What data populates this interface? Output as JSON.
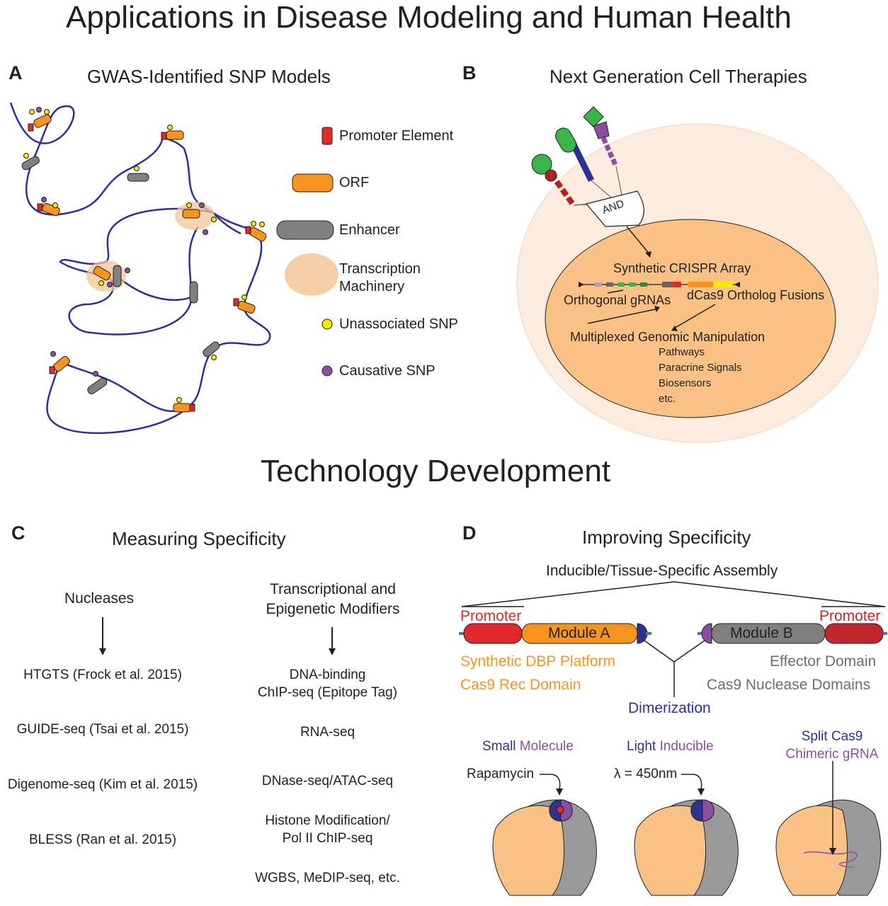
{
  "titles": {
    "top": "Applications in Disease Modeling and Human Health",
    "middle": "Technology Development"
  },
  "panel_a": {
    "letter": "A",
    "title": "GWAS-Identified SNP Models",
    "legend": [
      {
        "label": "Promoter Element",
        "color": "#e02a2a"
      },
      {
        "label": "ORF",
        "color": "#f7941d"
      },
      {
        "label": "Enhancer",
        "color": "#808080"
      },
      {
        "label": "Transcription",
        "color": "#f3c597"
      },
      {
        "label": "Machinery",
        "color": "#f3c597"
      },
      {
        "label": "Unassociated SNP",
        "color": "#f5e900"
      },
      {
        "label": "Causative SNP",
        "color": "#8a4fa0"
      }
    ]
  },
  "panel_b": {
    "letter": "B",
    "title": "Next Generation Cell Therapies",
    "gate_label": "AND",
    "array_label": "Synthetic CRISPR Array",
    "grna_label": "Orthogonal gRNAs",
    "fusion_label": "dCas9 Ortholog Fusions",
    "outcome_label": "Multiplexed Genomic Manipulation",
    "outcome_items": [
      "Pathways",
      "Paracrine Signals",
      "Biosensors",
      "etc."
    ]
  },
  "panel_c": {
    "letter": "C",
    "title": "Measuring Specificity",
    "nucleases_head": "Nucleases",
    "modifiers_head_line1": "Transcriptional and",
    "modifiers_head_line2": "Epigenetic Modifiers",
    "nucleases": [
      "HTGTS (Frock et al. 2015)",
      "GUIDE-seq (Tsai et al. 2015)",
      "Digenome-seq (Kim et al. 2015)",
      "BLESS (Ran et al. 2015)"
    ],
    "modifiers": [
      "DNA-binding",
      "ChIP-seq (Epitope Tag)",
      "RNA-seq",
      "DNase-seq/ATAC-seq",
      "Histone Modification/",
      "Pol II ChIP-seq",
      "WGBS, MeDIP-seq, etc."
    ]
  },
  "panel_d": {
    "letter": "D",
    "title": "Improving Specificity",
    "assembly_label": "Inducible/Tissue-Specific Assembly",
    "promoter_left": "Promoter",
    "promoter_right": "Promoter",
    "module_a": "Module A",
    "module_b": "Module B",
    "left_line1": "Synthetic DBP Platform",
    "left_line2": "Cas9 Rec Domain",
    "right_line1": "Effector Domain",
    "right_line2": "Cas9 Nuclease Domains",
    "dimerization": "Dimerization",
    "modes": [
      {
        "part1": "Small",
        "part2": " Molecule",
        "inducer": "Rapamycin"
      },
      {
        "part1": "Light",
        "part2": " Inducible",
        "inducer": "λ = 450nm"
      },
      {
        "part1": "Split Cas9",
        "part2": "Chimeric gRNA",
        "inducer": ""
      }
    ],
    "colors": {
      "red": "#e02a2a",
      "orange": "#f7941d",
      "grey": "#808080",
      "blue": "#2e3192",
      "purple": "#8a4fa0"
    }
  }
}
